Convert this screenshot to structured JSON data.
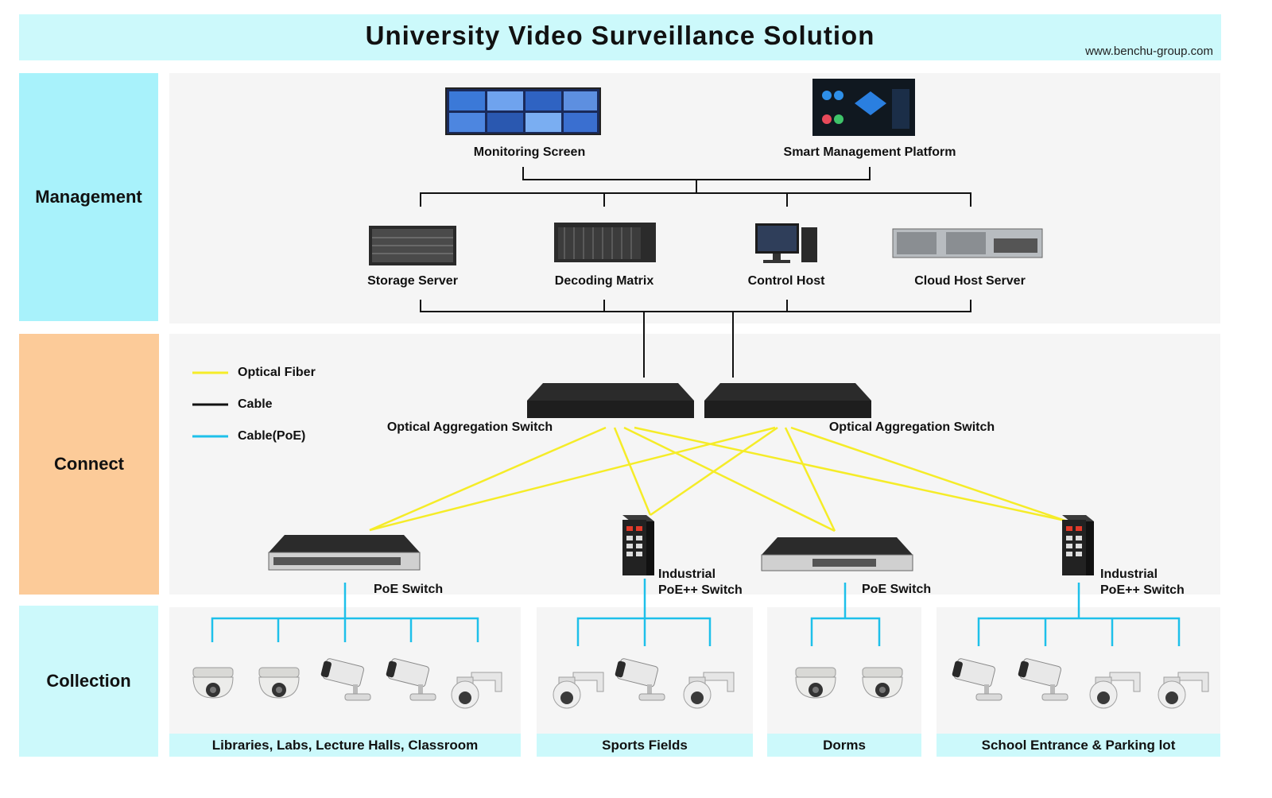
{
  "header": {
    "title": "University Video Surveillance Solution",
    "website": "www.benchu-group.com"
  },
  "layers": {
    "management": "Management",
    "connect": "Connect",
    "collection": "Collection"
  },
  "management_devices": {
    "monitoring_screen": "Monitoring Screen",
    "smart_platform": "Smart Management Platform",
    "storage_server": "Storage Server",
    "decoding_matrix": "Decoding Matrix",
    "control_host": "Control Host",
    "cloud_host_server": "Cloud Host Server"
  },
  "legend": {
    "fiber": "Optical Fiber",
    "cable": "Cable",
    "poe": "Cable(PoE)"
  },
  "connect_devices": {
    "agg_left": "Optical Aggregation Switch",
    "agg_right": "Optical Aggregation Switch",
    "poe_switch_1": "PoE Switch",
    "industrial_1_line1": "Industrial",
    "industrial_1_line2": "PoE++ Switch",
    "poe_switch_2": "PoE Switch",
    "industrial_2_line1": "Industrial",
    "industrial_2_line2": "PoE++ Switch"
  },
  "zones": {
    "libraries": "Libraries, Labs, Lecture Halls, Classroom",
    "sports": "Sports Fields",
    "dorms": "Dorms",
    "entrance": "School Entrance & Parking lot"
  },
  "colors": {
    "fiber": "#f5ec28",
    "cable": "#111111",
    "poe": "#1ec0ea",
    "management_side": "#a8f2fb",
    "connect_side": "#fccb99",
    "collection_side": "#ccf9fb"
  }
}
